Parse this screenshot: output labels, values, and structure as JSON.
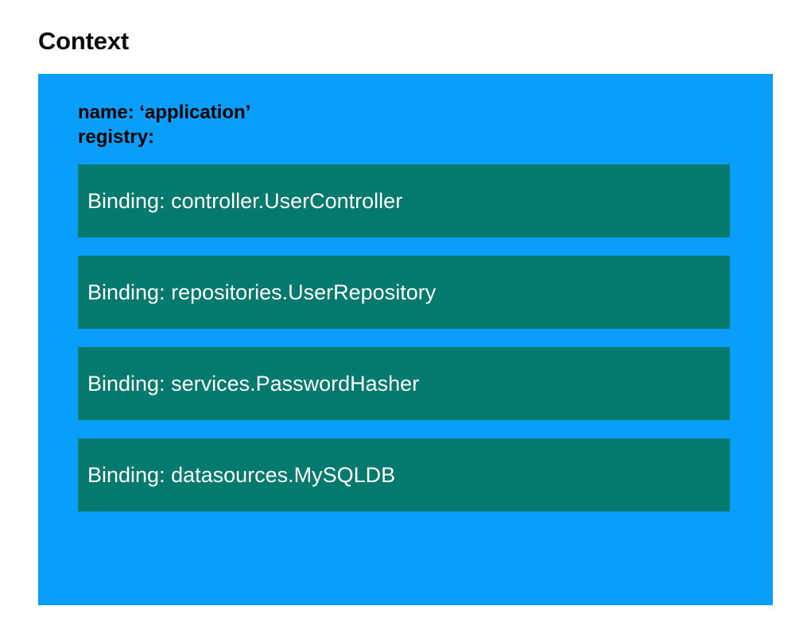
{
  "page": {
    "title": "Context",
    "background_color": "#ffffff"
  },
  "context": {
    "container_color": "#0a9efb",
    "properties": [
      {
        "label": "name: ‘application’"
      },
      {
        "label": "registry:"
      }
    ],
    "registry": {
      "binding_color": "#04796e",
      "binding_text_color": "#ffffff",
      "bindings": [
        {
          "label": "Binding: controller.UserController"
        },
        {
          "label": "Binding: repositories.UserRepository"
        },
        {
          "label": "Binding: services.PasswordHasher"
        },
        {
          "label": "Binding: datasources.MySQLDB"
        }
      ]
    }
  }
}
